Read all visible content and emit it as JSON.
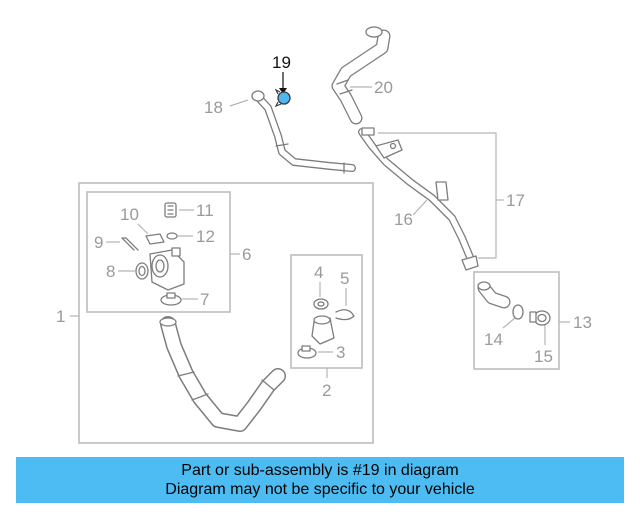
{
  "diagram": {
    "highlighted_part": "19",
    "highlight_color": "#4db8f0",
    "callouts": {
      "c1": "1",
      "c2": "2",
      "c3": "3",
      "c4": "4",
      "c5": "5",
      "c6": "6",
      "c7": "7",
      "c8": "8",
      "c9": "9",
      "c10": "10",
      "c11": "11",
      "c12": "12",
      "c13": "13",
      "c14": "14",
      "c15": "15",
      "c16": "16",
      "c17": "17",
      "c18": "18",
      "c19": "19",
      "c20": "20"
    }
  },
  "banner": {
    "line1": "Part or sub-assembly is #19 in diagram",
    "line2": "Diagram may not be specific to your vehicle",
    "background": "#4dbcf3"
  }
}
